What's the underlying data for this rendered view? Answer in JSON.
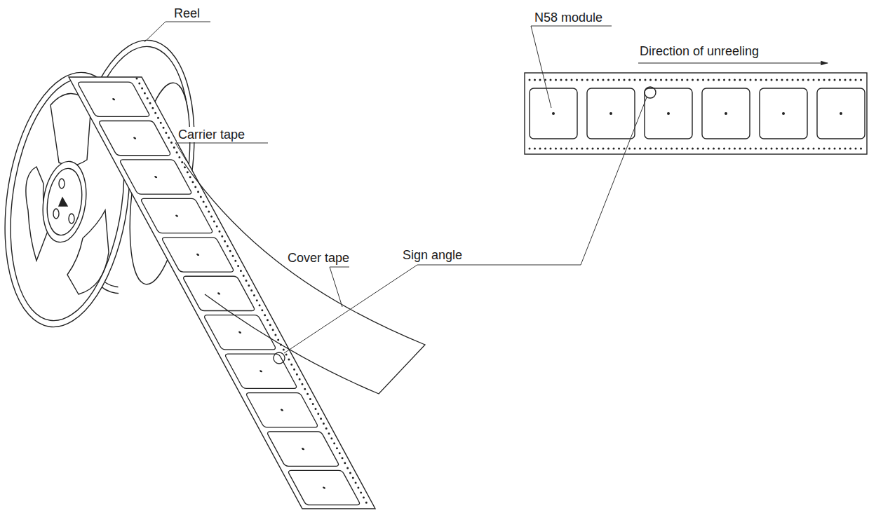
{
  "diagram": {
    "labels": [
      "Reel",
      "Carrier tape",
      "Cover tape",
      "Sign angle",
      "N58 module",
      "Direction of unreeling"
    ]
  }
}
